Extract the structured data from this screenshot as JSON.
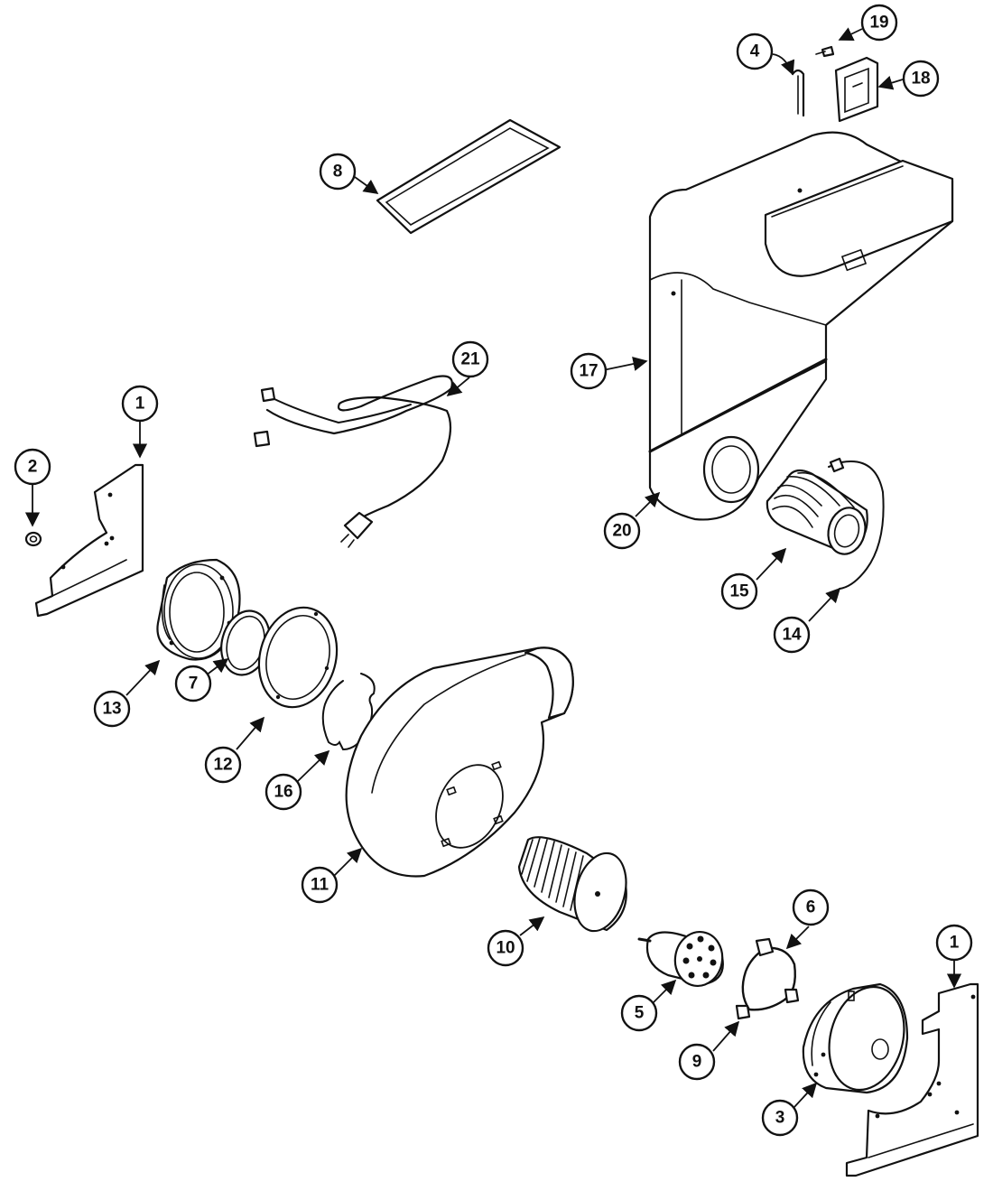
{
  "callouts": [
    {
      "id": "c1a",
      "label": "1"
    },
    {
      "id": "c2",
      "label": "2"
    },
    {
      "id": "c13",
      "label": "13"
    },
    {
      "id": "c7",
      "label": "7"
    },
    {
      "id": "c12",
      "label": "12"
    },
    {
      "id": "c16",
      "label": "16"
    },
    {
      "id": "c11",
      "label": "11"
    },
    {
      "id": "c10",
      "label": "10"
    },
    {
      "id": "c5",
      "label": "5"
    },
    {
      "id": "c9",
      "label": "9"
    },
    {
      "id": "c6",
      "label": "6"
    },
    {
      "id": "c3",
      "label": "3"
    },
    {
      "id": "c1b",
      "label": "1"
    },
    {
      "id": "c8",
      "label": "8"
    },
    {
      "id": "c21",
      "label": "21"
    },
    {
      "id": "c17",
      "label": "17"
    },
    {
      "id": "c20",
      "label": "20"
    },
    {
      "id": "c15",
      "label": "15"
    },
    {
      "id": "c14",
      "label": "14"
    },
    {
      "id": "c4",
      "label": "4"
    },
    {
      "id": "c19",
      "label": "19"
    },
    {
      "id": "c18",
      "label": "18"
    }
  ],
  "colors": {
    "line": "#111111",
    "background": "#ffffff"
  }
}
